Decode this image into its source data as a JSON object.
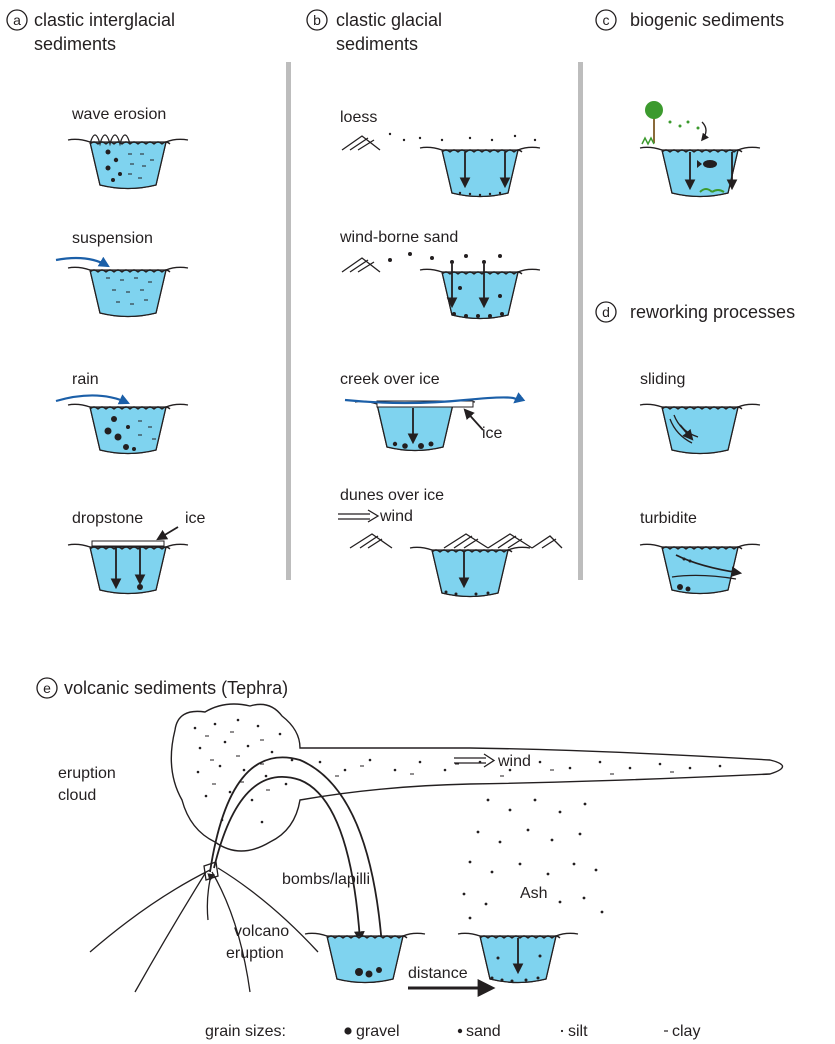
{
  "colors": {
    "water": "#7fd3ef",
    "line": "#231f20",
    "flow": "#1b5fa8",
    "divider": "#bdbdbd",
    "tree": "#3c9a2e"
  },
  "sections": {
    "a": {
      "letter": "a",
      "title_line1": "clastic interglacial",
      "title_line2": "sediments",
      "panels": {
        "wave": "wave erosion",
        "suspension": "suspension",
        "rain": "rain",
        "dropstone": "dropstone",
        "dropstone_ice": "ice"
      }
    },
    "b": {
      "letter": "b",
      "title_line1": "clastic glacial",
      "title_line2": "sediments",
      "panels": {
        "loess": "loess",
        "windsand": "wind-borne sand",
        "creek": "creek over ice",
        "creek_ice": "ice",
        "dunes": "dunes over ice",
        "dunes_wind": "wind"
      }
    },
    "c": {
      "letter": "c",
      "title": "biogenic sediments"
    },
    "d": {
      "letter": "d",
      "title": "reworking processes",
      "panels": {
        "sliding": "sliding",
        "turbidite": "turbidite"
      }
    },
    "e": {
      "letter": "e",
      "title": "volcanic sediments (Tephra)",
      "labels": {
        "cloud_line1": "eruption",
        "cloud_line2": "cloud",
        "wind": "wind",
        "bombs": "bombs/lapilli",
        "volcano_line1": "volcano",
        "volcano_line2": "eruption",
        "ash": "Ash",
        "distance": "distance"
      }
    }
  },
  "legend": {
    "title": "grain sizes:",
    "gravel": "gravel",
    "sand": "sand",
    "silt": "silt",
    "clay": "clay"
  }
}
